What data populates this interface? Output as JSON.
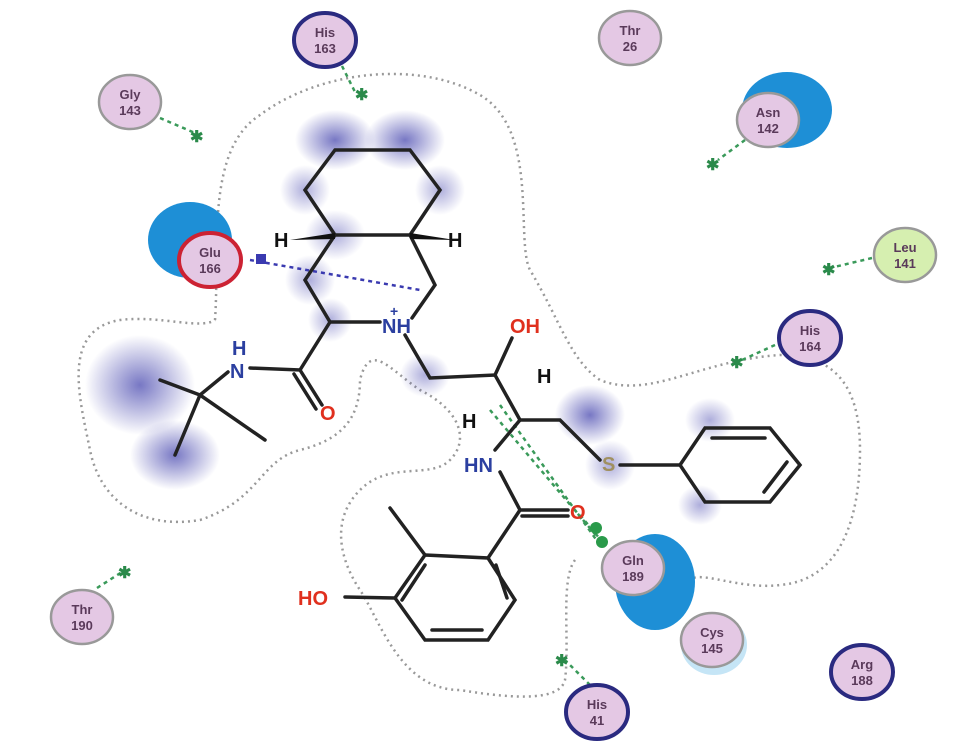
{
  "title": "2D ligand–receptor interaction diagram",
  "colors": {
    "polar": "#e4c8e4",
    "greasy": "#d6efb0",
    "acidic_border": "#cc2233",
    "basic_border": "#2a2a80",
    "neutral_border": "#999999",
    "exposure": "#1e8fd6",
    "hbond": "#3a9a5a",
    "ligand_shadow": "#4a4ab0"
  },
  "residues": [
    {
      "name": "His",
      "number": "163",
      "type": "basic"
    },
    {
      "name": "Gly",
      "number": "143",
      "type": "polar"
    },
    {
      "name": "Thr",
      "number": "26",
      "type": "polar"
    },
    {
      "name": "Asn",
      "number": "142",
      "type": "polar"
    },
    {
      "name": "Glu",
      "number": "166",
      "type": "acidic"
    },
    {
      "name": "Leu",
      "number": "141",
      "type": "greasy"
    },
    {
      "name": "His",
      "number": "164",
      "type": "basic"
    },
    {
      "name": "Gln",
      "number": "189",
      "type": "polar"
    },
    {
      "name": "Cys",
      "number": "145",
      "type": "polar"
    },
    {
      "name": "Arg",
      "number": "188",
      "type": "basic"
    },
    {
      "name": "His",
      "number": "41",
      "type": "basic"
    },
    {
      "name": "Thr",
      "number": "190",
      "type": "polar"
    }
  ],
  "atoms": {
    "h1": "H",
    "h2": "H",
    "nh_ring": "NH",
    "plus": "+",
    "amide_h": "H",
    "amide_n": "N",
    "amide_o": "O",
    "oh": "OH",
    "h3": "H",
    "h4": "H",
    "nh_chain": "HN",
    "carbonyl_o": "O",
    "ho": "HO",
    "s": "S"
  }
}
